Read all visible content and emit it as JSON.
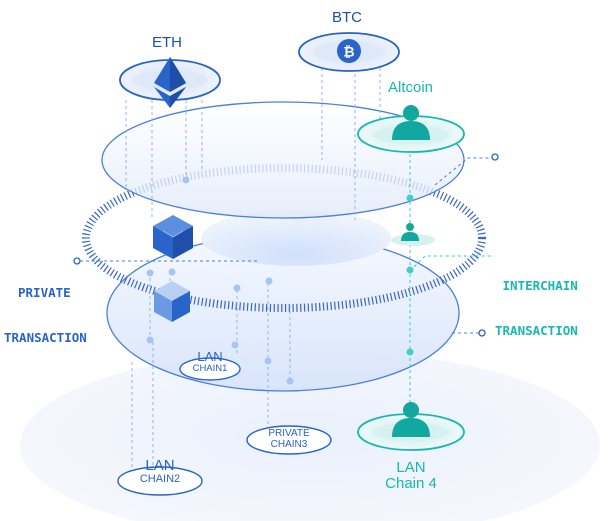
{
  "nodes": {
    "eth": {
      "label": "ETH",
      "icon": "ethereum-diamond-icon"
    },
    "btc": {
      "label": "BTC",
      "icon": "bitcoin-coin-icon"
    },
    "altcoin": {
      "label": "Altcoin",
      "icon": "user-avatar-icon"
    }
  },
  "annotations": {
    "private_transaction": {
      "line1": "PRIVATE",
      "line2": "TRANSACTION"
    },
    "interchain_transaction": {
      "line1": "INTERCHAIN",
      "line2": "TRANSACTION"
    }
  },
  "chains": {
    "lan_chain1": {
      "line1": "LAN",
      "line2": "CHAIN1"
    },
    "lan_chain2": {
      "line1": "LAN",
      "line2": "CHAIN2"
    },
    "private_chain3": {
      "line1": "PRIVATE",
      "line2": "CHAIN3"
    },
    "lan_chain4": {
      "line1": "LAN",
      "line2": "Chain 4"
    }
  },
  "colors": {
    "primary_blue": "#2a63c9",
    "light_blue": "#8fb4ef",
    "teal": "#18b8b0",
    "dark_navy": "#1f4fa8"
  }
}
